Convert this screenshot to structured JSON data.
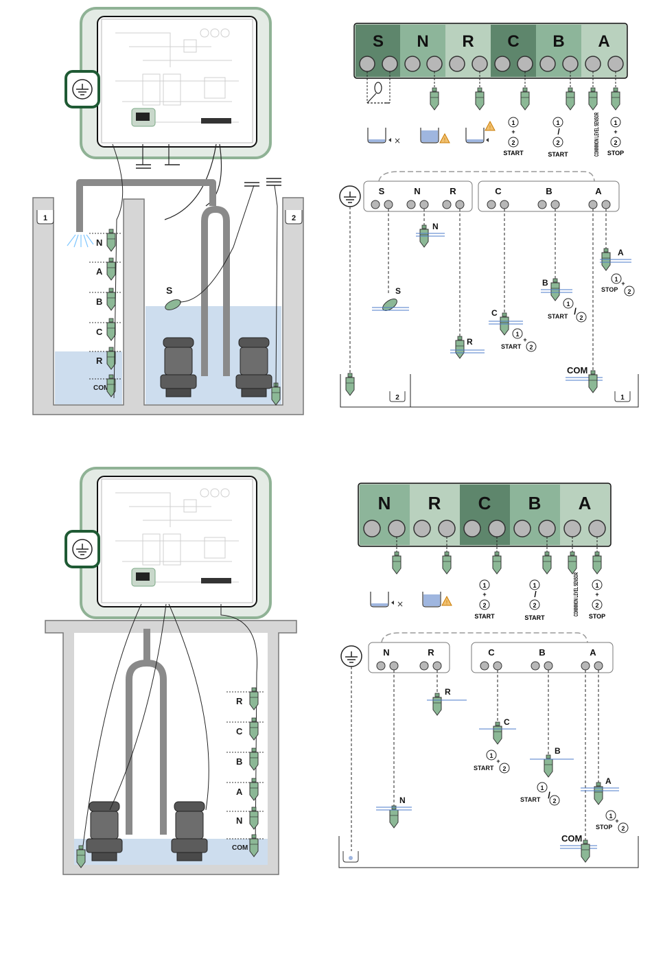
{
  "top": {
    "terminals": [
      {
        "label": "S",
        "color": "#5e866c"
      },
      {
        "label": "N",
        "color": "#8db59a"
      },
      {
        "label": "R",
        "color": "#b9d1be"
      },
      {
        "label": "C",
        "color": "#5e866c"
      },
      {
        "label": "B",
        "color": "#8db59a"
      },
      {
        "label": "A",
        "color": "#b9d1be"
      }
    ],
    "tank_left_label": "1",
    "tank_right_label": "2",
    "pit_left_levels": [
      "N",
      "A",
      "B",
      "C",
      "R",
      "COM"
    ],
    "float_s": "S",
    "icons": {
      "c": [
        "1",
        "+",
        "2"
      ],
      "c_text": "START",
      "b": [
        "1",
        "/",
        "2"
      ],
      "b_text": "START",
      "com_text": "COMMMON LEVEL SENSOR",
      "a": [
        "1",
        "+",
        "2"
      ],
      "a_text": "STOP"
    },
    "schematic": {
      "group1": [
        "S",
        "N",
        "R"
      ],
      "group2": [
        "C",
        "B",
        "A"
      ],
      "float_n": "N",
      "float_s": "S",
      "float_r": "R",
      "float_c": "C",
      "c_start": "START",
      "float_b": "B",
      "b_start": "START",
      "float_a": "A",
      "a_stop": "STOP",
      "com": "COM",
      "tank2": "2",
      "tank1": "1",
      "one": "1",
      "two": "2",
      "plus": "+",
      "slash": "/"
    }
  },
  "bottom": {
    "terminals": [
      {
        "label": "N",
        "color": "#8db59a"
      },
      {
        "label": "R",
        "color": "#b9d1be"
      },
      {
        "label": "C",
        "color": "#5e866c"
      },
      {
        "label": "B",
        "color": "#8db59a"
      },
      {
        "label": "A",
        "color": "#b9d1be"
      }
    ],
    "pit_levels": [
      "R",
      "C",
      "B",
      "A",
      "N",
      "COM"
    ],
    "icons": {
      "c": [
        "1",
        "+",
        "2"
      ],
      "c_text": "START",
      "b": [
        "1",
        "/",
        "2"
      ],
      "b_text": "START",
      "com_text": "COMMMON LEVEL SENSOR",
      "a": [
        "1",
        "+",
        "2"
      ],
      "a_text": "STOP"
    },
    "schematic": {
      "group1": [
        "N",
        "R"
      ],
      "group2": [
        "C",
        "B",
        "A"
      ],
      "float_r": "R",
      "float_c": "C",
      "c_start": "START",
      "float_b": "B",
      "b_start": "START",
      "float_a": "A",
      "a_stop": "STOP",
      "float_n": "N",
      "com": "COM"
    }
  },
  "colors": {
    "panel_border": "#8fb295",
    "panel_fill": "#e4ebe5",
    "ground_border": "#1f5a34",
    "water": "#c8d9ec",
    "pit_wall": "#d6d6d6",
    "pipe": "#8a8a8a"
  }
}
